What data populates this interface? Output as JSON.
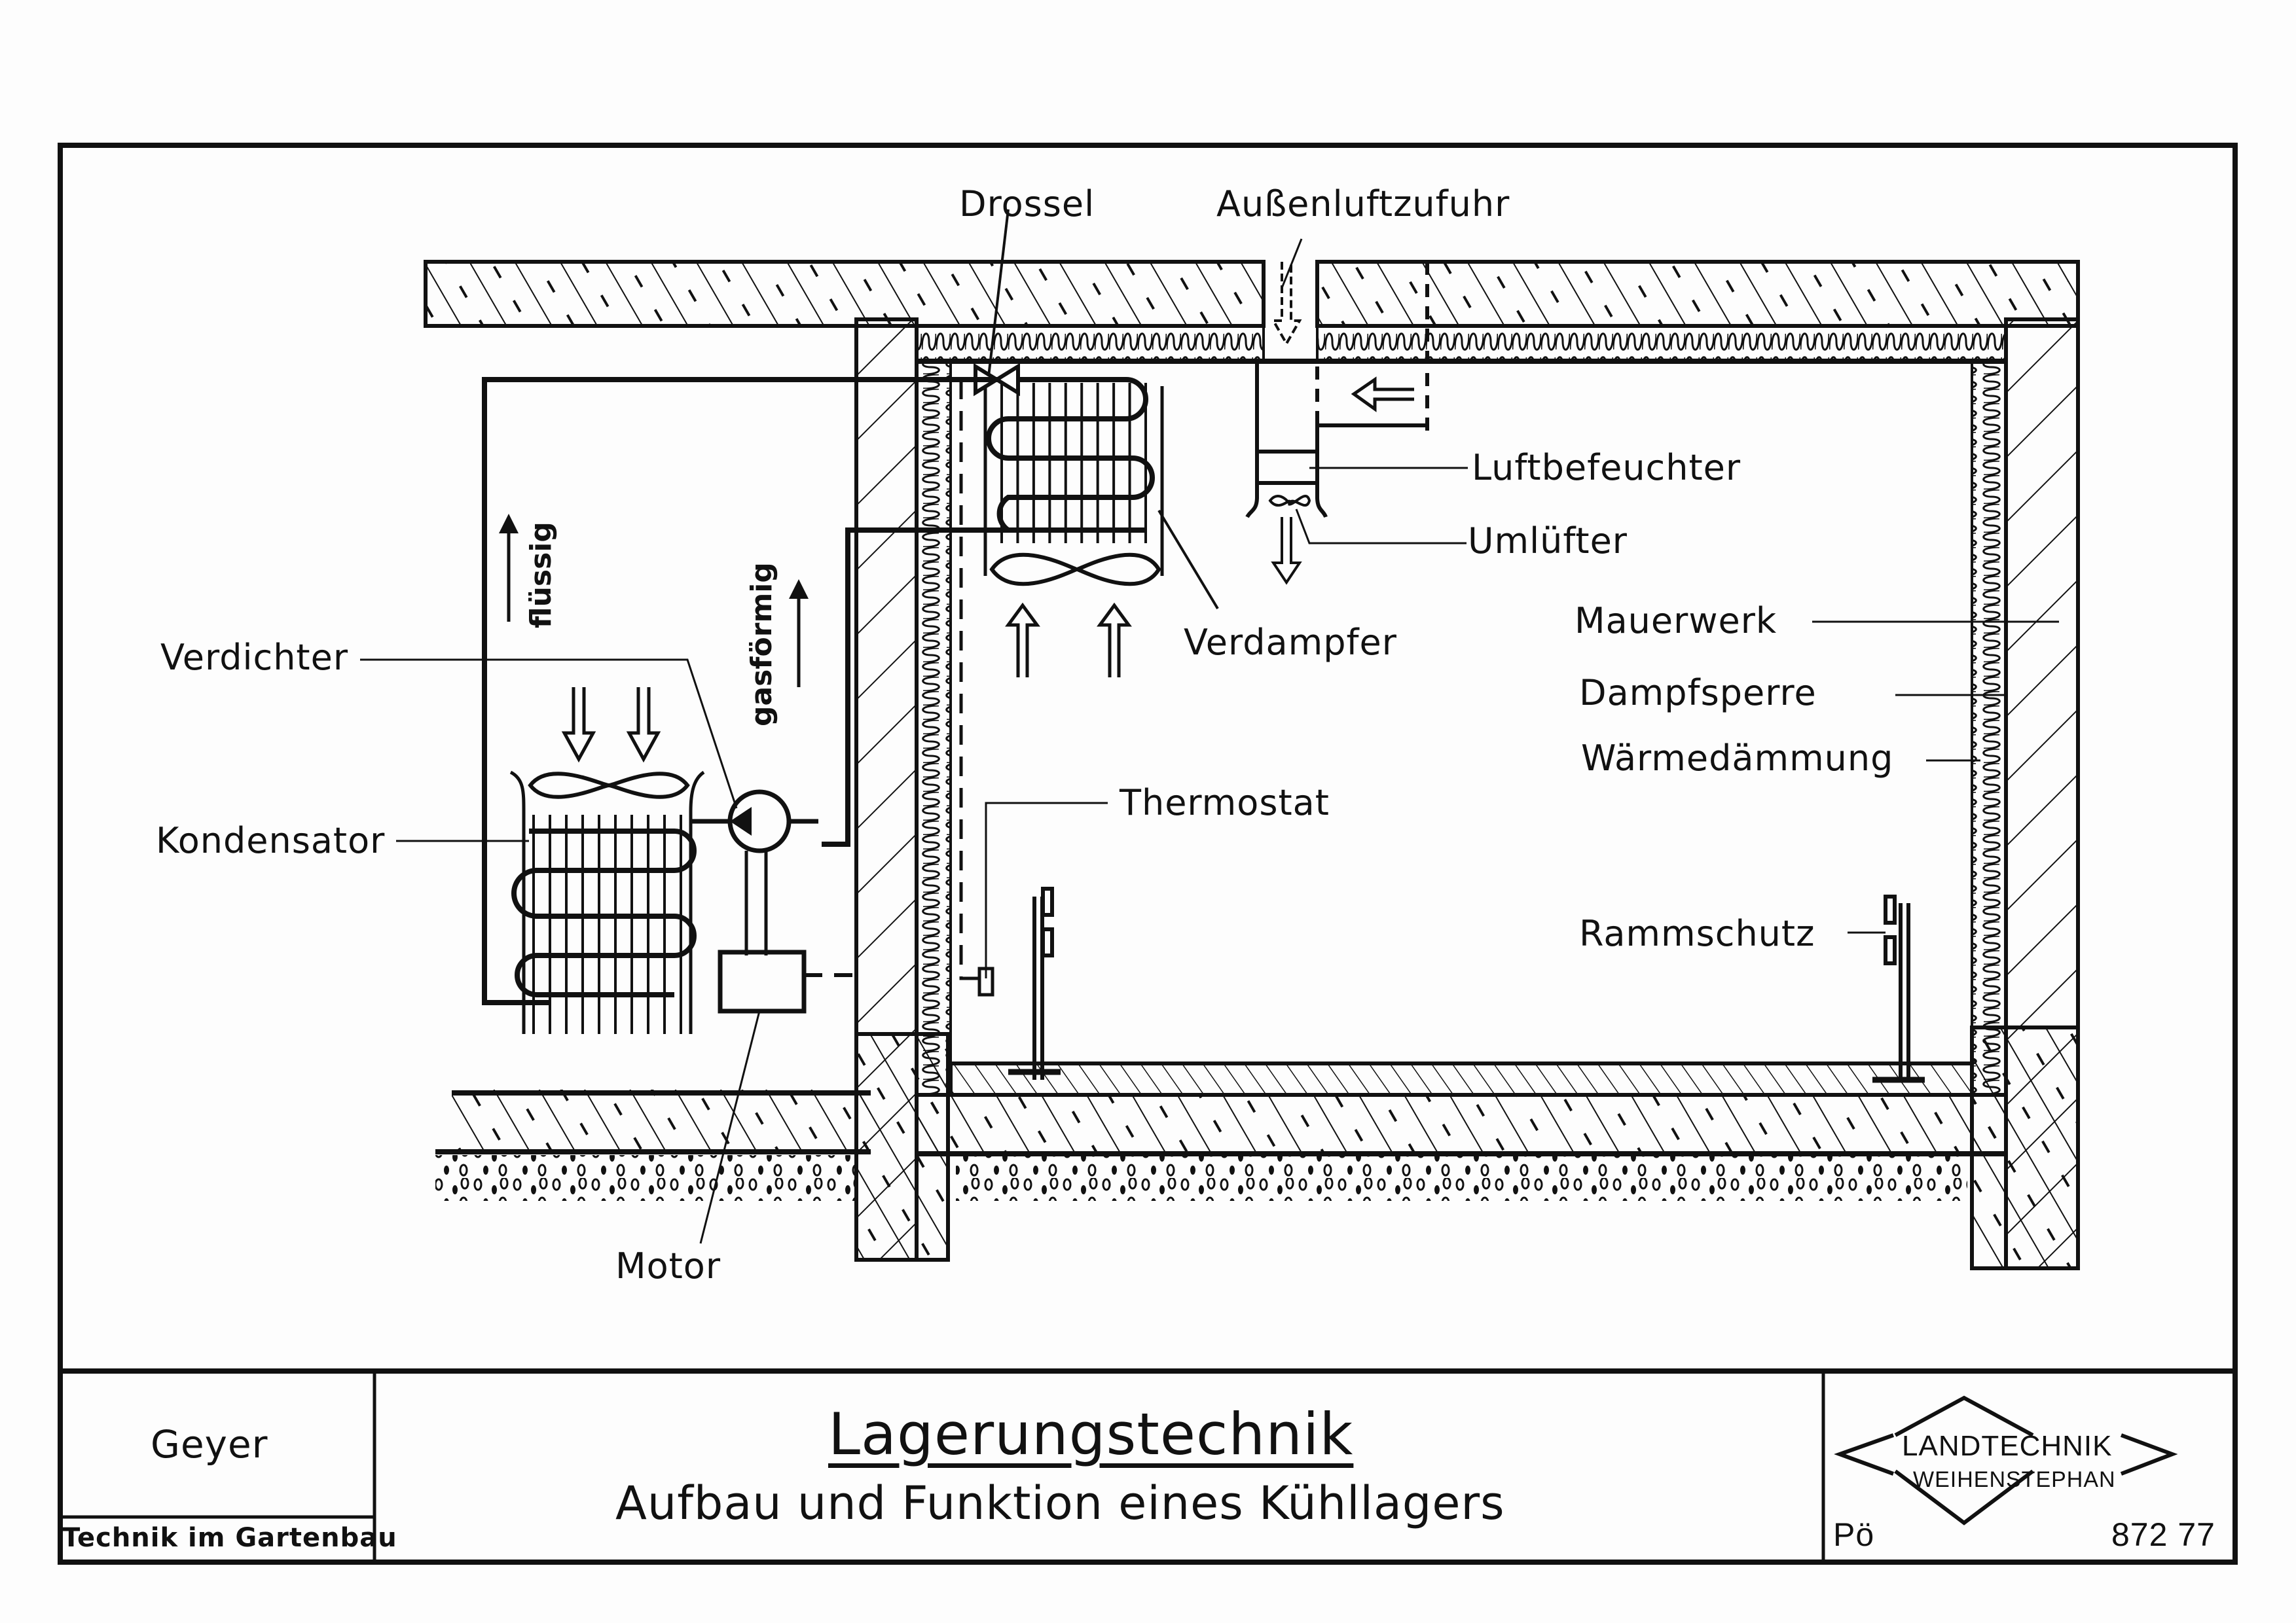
{
  "diagram": {
    "labels": {
      "drossel": "Drossel",
      "aussenluftzufuhr": "Außenluftzufuhr",
      "luftbefeuchter": "Luftbefeuchter",
      "umluefter": "Umlüfter",
      "verdampfer": "Verdampfer",
      "verdichter": "Verdichter",
      "kondensator": "Kondensator",
      "motor": "Motor",
      "thermostat": "Thermostat",
      "mauerwerk": "Mauerwerk",
      "dampfsperre": "Dampfsperre",
      "waermedaemmung": "Wärmedämmung",
      "rammschutz": "Rammschutz",
      "fluessig": "flüssig",
      "gasfoermig": "gasförmig"
    },
    "legend_layers": [
      "Mauerwerk",
      "Dampfsperre",
      "Wärmedämmung"
    ]
  },
  "title_block": {
    "author": "Geyer",
    "course": "Technik im Gartenbau",
    "title": "Lagerungstechnik",
    "subtitle": "Aufbau und Funktion eines Kühllagers",
    "logo_line1": "LANDTECHNIK",
    "logo_line2": "WEIHENSTEPHAN",
    "drafter": "Pö",
    "drawing_number": "872 77"
  }
}
